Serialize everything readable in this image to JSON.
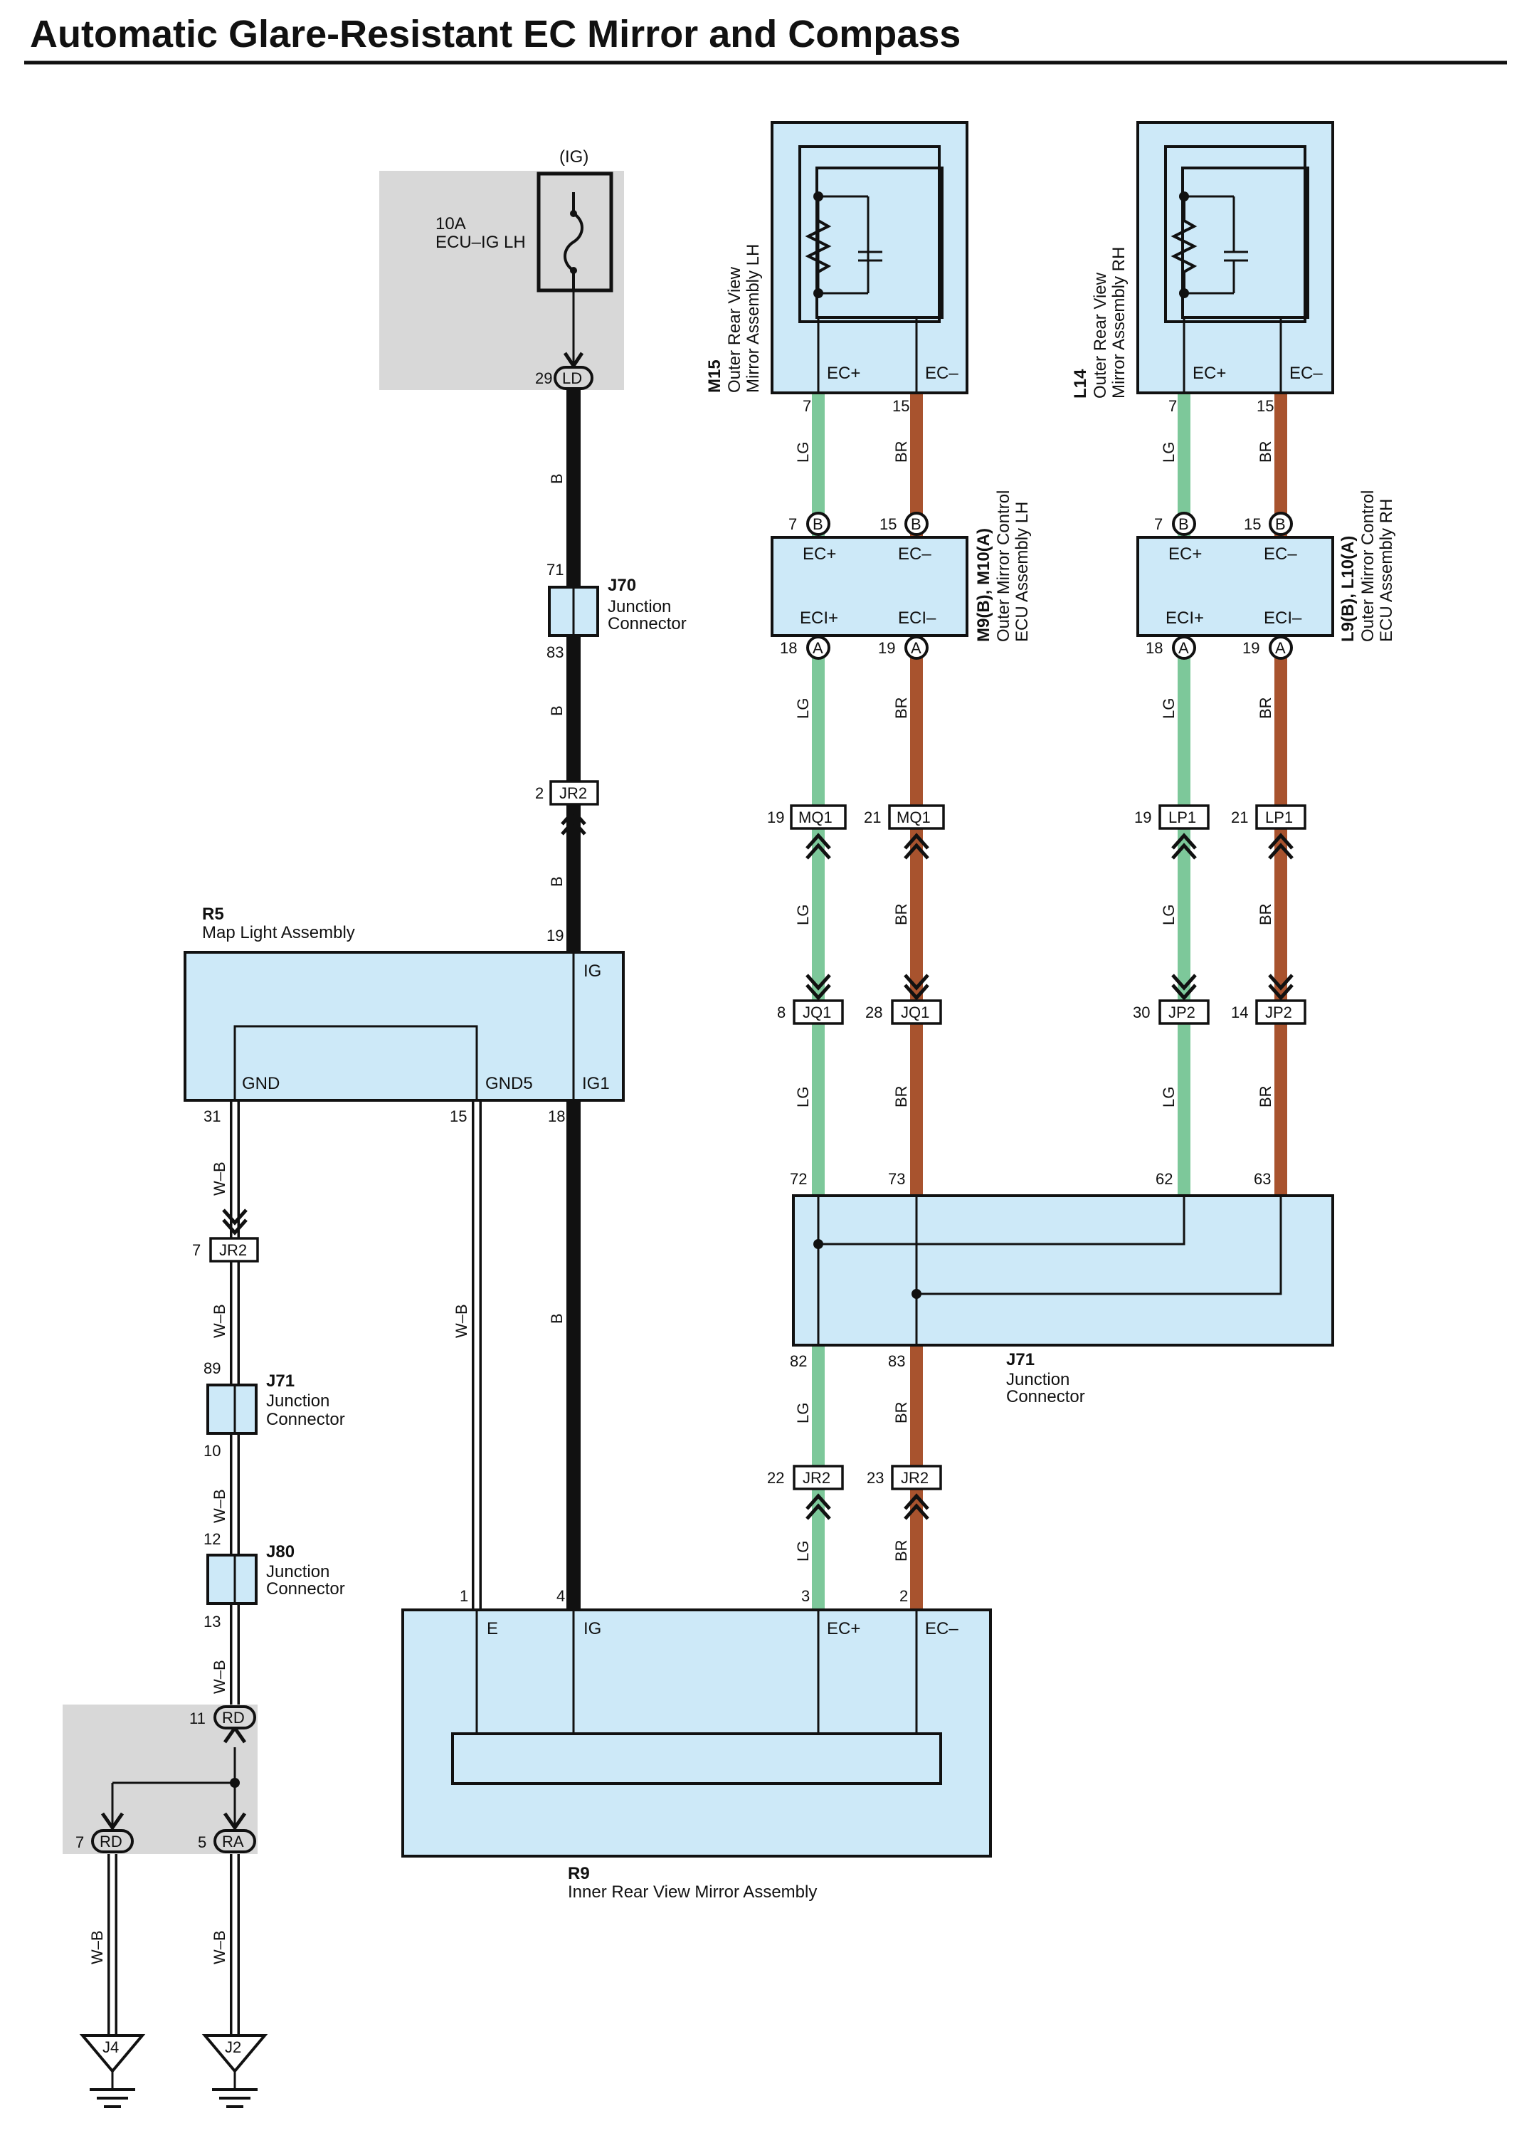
{
  "title": "Automatic Glare-Resistant EC Mirror and Compass",
  "colors": {
    "component_fill": "#cde9f8",
    "lg": "#7dc89a",
    "br": "#a8532e",
    "b": "#111111",
    "wb": "#ffffff",
    "gray_area": "#d8d8d8"
  },
  "fuse": {
    "source": "(IG)",
    "rating": "10A",
    "name": "ECU–IG LH",
    "pin": "29",
    "connector": "LD"
  },
  "components": {
    "m15": {
      "id": "M15",
      "name_line1": "Outer Rear View",
      "name_line2": "Mirror Assembly LH",
      "term1": "EC+",
      "term2": "EC–",
      "pin1": "7",
      "pin2": "15"
    },
    "l14": {
      "id": "L14",
      "name_line1": "Outer Rear View",
      "name_line2": "Mirror Assembly RH",
      "term1": "EC+",
      "term2": "EC–",
      "pin1": "7",
      "pin2": "15"
    },
    "ecu_lh": {
      "id": "M9(B), M10(A)",
      "name_line1": "Outer Mirror Control",
      "name_line2": "ECU Assembly LH",
      "t1": "EC+",
      "t2": "EC–",
      "t3": "ECI+",
      "t4": "ECI–",
      "p1": "7",
      "c1": "B",
      "p2": "15",
      "c2": "B",
      "p3": "18",
      "c3": "A",
      "p4": "19",
      "c4": "A"
    },
    "ecu_rh": {
      "id": "L9(B), L10(A)",
      "name_line1": "Outer Mirror Control",
      "name_line2": "ECU Assembly RH",
      "t1": "EC+",
      "t2": "EC–",
      "t3": "ECI+",
      "t4": "ECI–",
      "p1": "7",
      "c1": "B",
      "p2": "15",
      "c2": "B",
      "p3": "18",
      "c3": "A",
      "p4": "19",
      "c4": "A"
    },
    "r5": {
      "id": "R5",
      "name": "Map Light Assembly",
      "t_ig": "IG",
      "t_gnd": "GND",
      "t_gnd5": "GND5",
      "t_ig1": "IG1",
      "p_ig": "19",
      "p_gnd": "31",
      "p_gnd5": "15",
      "p_ig1": "18"
    },
    "j70": {
      "id": "J70",
      "name_line1": "Junction",
      "name_line2": "Connector",
      "pin_top": "71",
      "pin_bottom": "83"
    },
    "j71_left": {
      "id": "J71",
      "name_line1": "Junction",
      "name_line2": "Connector",
      "pin_top": "89",
      "pin_bottom": "10"
    },
    "j80": {
      "id": "J80",
      "name_line1": "Junction",
      "name_line2": "Connector",
      "pin_top": "12",
      "pin_bottom": "13"
    },
    "j71_right": {
      "id": "J71",
      "name_line1": "Junction",
      "name_line2": "Connector",
      "pin_t1": "72",
      "pin_t2": "73",
      "pin_t3": "62",
      "pin_t4": "63",
      "pin_b1": "82",
      "pin_b2": "83"
    },
    "r9": {
      "id": "R9",
      "name": "Inner Rear View Mirror Assembly",
      "t_e": "E",
      "t_ig": "IG",
      "t_ecp": "EC+",
      "t_ecm": "EC–",
      "p_e": "1",
      "p_ig": "4",
      "p_ecp": "3",
      "p_ecm": "2"
    }
  },
  "connectors": {
    "jr2_b": {
      "pin": "2",
      "code": "JR2"
    },
    "mq1_a": {
      "pin": "19",
      "code": "MQ1"
    },
    "mq1_b": {
      "pin": "21",
      "code": "MQ1"
    },
    "lp1_a": {
      "pin": "19",
      "code": "LP1"
    },
    "lp1_b": {
      "pin": "21",
      "code": "LP1"
    },
    "jq1_a": {
      "pin": "8",
      "code": "JQ1"
    },
    "jq1_b": {
      "pin": "28",
      "code": "JQ1"
    },
    "jp2_a": {
      "pin": "30",
      "code": "JP2"
    },
    "jp2_b": {
      "pin": "14",
      "code": "JP2"
    },
    "jr2_wb": {
      "pin": "7",
      "code": "JR2"
    },
    "jr2_lg": {
      "pin": "22",
      "code": "JR2"
    },
    "jr2_br": {
      "pin": "23",
      "code": "JR2"
    },
    "rd_top": {
      "pin": "11",
      "code": "RD"
    },
    "rd_left": {
      "pin": "7",
      "code": "RD"
    },
    "ra": {
      "pin": "5",
      "code": "RA"
    }
  },
  "grounds": {
    "j4": "J4",
    "j2": "J2"
  },
  "wire_codes": {
    "b": "B",
    "lg": "LG",
    "br": "BR",
    "wb": "W–B"
  }
}
